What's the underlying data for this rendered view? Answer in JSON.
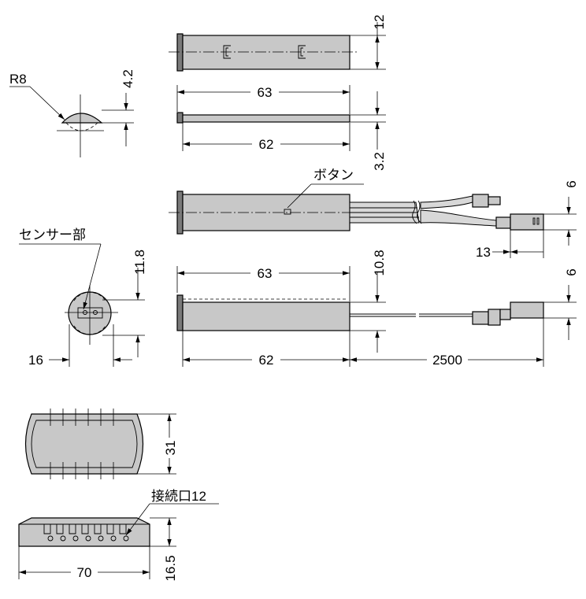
{
  "diagram": {
    "labels": {
      "button": "ボタン",
      "sensor": "センサー部",
      "connector": "接続口12",
      "radius": "R8"
    },
    "dimensions": {
      "d12": "12",
      "d4_2": "4.2",
      "d63a": "63",
      "d62a": "62",
      "d3_2": "3.2",
      "d6a": "6",
      "d13": "13",
      "d11_8": "11.8",
      "d10_8": "10.8",
      "d63b": "63",
      "d6b": "6",
      "d16": "16",
      "d62b": "62",
      "d2500": "2500",
      "d31": "31",
      "d16_5": "16.5",
      "d70": "70"
    },
    "colors": {
      "body_fill": "#c8c8c8",
      "dark_fill": "#7a7a7a",
      "line": "#000000"
    }
  }
}
